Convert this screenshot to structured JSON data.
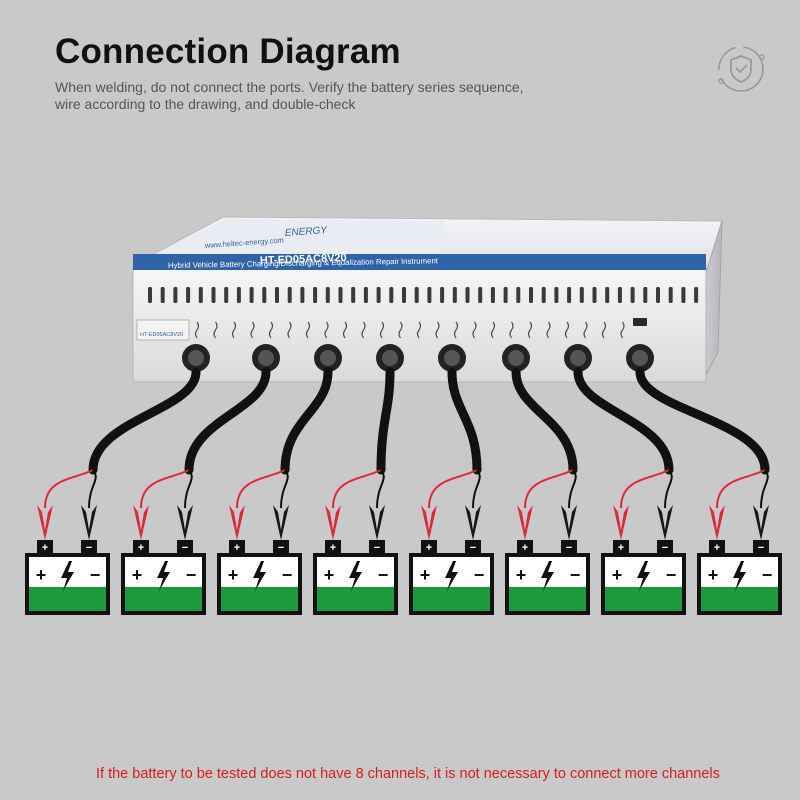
{
  "header": {
    "title": "Connection Diagram",
    "subtitle_line1": "When welding, do not connect the ports. Verify the battery series sequence,",
    "subtitle_line2": "wire according to the drawing, and double-check"
  },
  "device": {
    "brand": "ENERGY",
    "website": "www.heltec-energy.com",
    "model": "HT-ED05AC8V20",
    "description": "Hybrid Vehicle Battery Charging/Discharging & Equalization Repair Instrument",
    "front_label": "HT-ED05AC8V20"
  },
  "channels": 8,
  "battery": {
    "plus_symbol": "+",
    "minus_symbol": "−",
    "terminal_plus": "+",
    "terminal_minus": "−"
  },
  "footer_note": "If the battery to be tested does not have 8 channels, it is not necessary to connect more channels",
  "colors": {
    "background": "#c9c9c9",
    "battery_fill": "#1e9a3c",
    "clamp_red": "#e0283a",
    "note_red": "#d71d1d",
    "device_blue": "#2f63a8"
  },
  "icons": [
    "shield-icon",
    "bolt-icon",
    "usb-port-icon"
  ]
}
